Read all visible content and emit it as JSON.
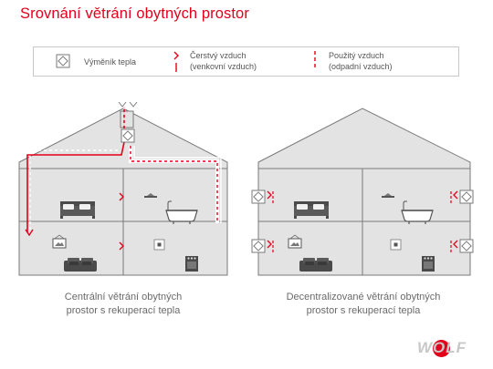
{
  "title": "Srovnání větrání obytných prostor",
  "legend": {
    "heat_exchanger": "Výměník tepla",
    "fresh_air_line1": "Čerstvý vzduch",
    "fresh_air_line2": "(venkovní vzduch)",
    "used_air_line1": "Použitý vzduch",
    "used_air_line2": "(odpadní vzduch)"
  },
  "captions": {
    "central_line1": "Centrální větrání obytných",
    "central_line2": "prostor s rekuperací tepla",
    "decentral_line1": "Decentralizované větrání obytných",
    "decentral_line2": "prostor s rekuperací tepla"
  },
  "logo": "WOLF",
  "colors": {
    "accent": "#e2001a",
    "house_fill": "#e3e3e3",
    "house_stroke": "#7a7a7a",
    "furniture": "#4a4a4a",
    "legend_border": "#c9c9c9"
  }
}
